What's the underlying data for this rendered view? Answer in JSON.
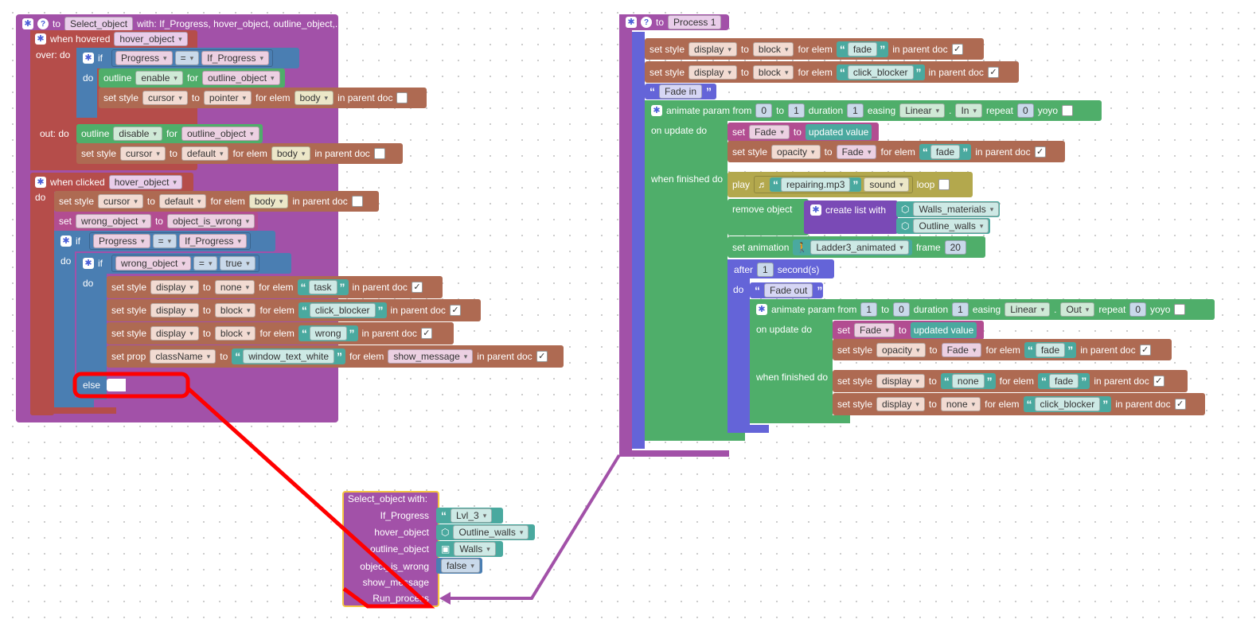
{
  "left_proc": {
    "header_to": "to",
    "name": "Select_object",
    "params": "with: If_Progress, hover_object, outline_object,...",
    "when_hovered": "when hovered",
    "hover_object": "hover_object",
    "over_do": "over: do",
    "if_kw": "if",
    "do_kw": "do",
    "progress": "Progress",
    "eq": "=",
    "if_progress": "If_Progress",
    "outline_kw": "outline",
    "enable": "enable",
    "for_kw": "for",
    "outline_object": "outline_object",
    "set_style": "set style",
    "cursor": "cursor",
    "to_kw": "to",
    "pointer": "pointer",
    "for_elem": "for elem",
    "body": "body",
    "in_parent_doc": "in parent doc",
    "out_do": "out: do",
    "disable": "disable",
    "default": "default",
    "when_clicked": "when clicked",
    "set_kw": "set",
    "wrong_object": "wrong_object",
    "object_is_wrong": "object_is_wrong",
    "true_val": "true",
    "display": "display",
    "none": "none",
    "task": "task",
    "block": "block",
    "click_blocker": "click_blocker",
    "wrong": "wrong",
    "set_prop": "set prop",
    "className": "className",
    "window_text_white": "window_text_white",
    "show_message": "show_message",
    "else_kw": "else",
    "check": "✓"
  },
  "right_proc": {
    "header_to": "to",
    "name": "Process 1",
    "set_style": "set style",
    "display": "display",
    "to_kw": "to",
    "block": "block",
    "for_elem": "for elem",
    "fade": "fade",
    "in_parent_doc": "in parent doc",
    "click_blocker": "click_blocker",
    "fade_in": "Fade in",
    "animate_param_from": "animate param from",
    "v0": "0",
    "v1": "1",
    "duration": "duration",
    "easing": "easing",
    "linear": "Linear",
    "dot": ".",
    "in_kw": "In",
    "out_kw": "Out",
    "repeat": "repeat",
    "yoyo": "yoyo",
    "on_update_do": "on update do",
    "set_kw": "set",
    "fade_var": "Fade",
    "updated_value": "updated value",
    "opacity": "opacity",
    "when_finished_do": "when finished do",
    "play": "play",
    "sound_file": "repairing.mp3",
    "sound": "sound",
    "loop": "loop",
    "remove_object": "remove object",
    "create_list_with": "create list with",
    "walls_materials": "Walls_materials",
    "outline_walls": "Outline_walls",
    "set_animation": "set animation",
    "ladder": "Ladder3_animated",
    "frame": "frame",
    "frame_val": "20",
    "after": "after",
    "seconds": "second(s)",
    "do_kw": "do",
    "fade_out": "Fade out",
    "none": "none",
    "check": "✓"
  },
  "call_block": {
    "title": "Select_object  with:",
    "if_progress_lbl": "If_Progress",
    "if_progress_val": "Lvl_3",
    "hover_object_lbl": "hover_object",
    "hover_object_val": "Outline_walls",
    "outline_object_lbl": "outline_object",
    "outline_object_val": "Walls",
    "object_is_wrong_lbl": "object_is_wrong",
    "object_is_wrong_val": "false",
    "show_message_lbl": "show_message",
    "run_process_lbl": "Run_process"
  },
  "icons": [
    "gear-icon",
    "help-icon",
    "music-note-icon",
    "cube-icon",
    "walk-icon",
    "image-icon"
  ],
  "colors": {
    "procedure": "#a251a8",
    "event": "#b54d4a",
    "style": "#ae6a52",
    "logic": "#4a7eb2",
    "outline": "#4fae6a",
    "highlight": "#ff0000",
    "connector": "#a251a8"
  }
}
